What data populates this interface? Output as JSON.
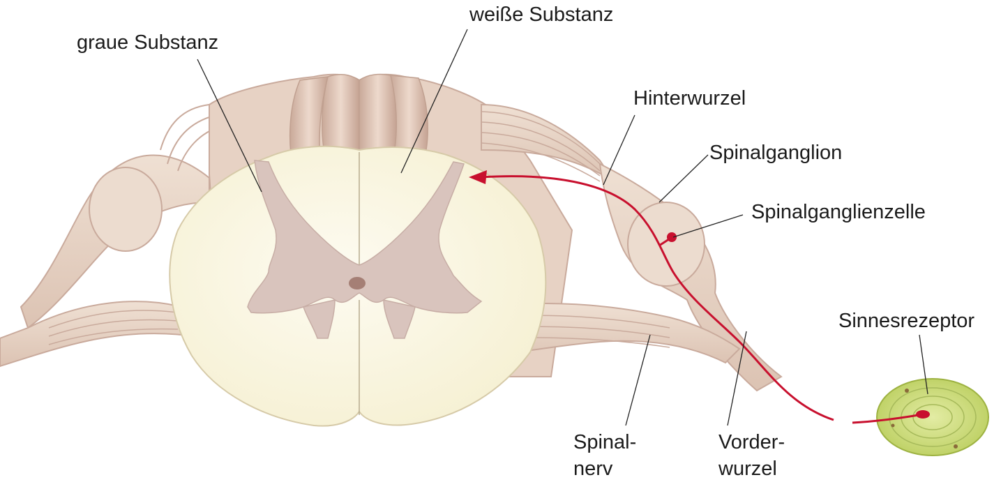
{
  "labels": {
    "gray_matter": "graue Substanz",
    "white_matter": "weiße Substanz",
    "dorsal_root": "Hinterwurzel",
    "spinal_ganglion": "Spinalganglion",
    "ganglion_cell": "Spinalganglienzelle",
    "receptor": "Sinnesrezeptor",
    "spinal_nerve_1": "Spinal-",
    "spinal_nerve_2": "nerv",
    "ventral_root_1": "Vorder-",
    "ventral_root_2": "wurzel"
  },
  "colors": {
    "white_matter": "#fbf7e6",
    "gray_matter": "#d8c2bc",
    "nerve_tissue": "#ecdcd0",
    "nerve_shadow": "#c9aa9c",
    "pathway": "#c8102e",
    "receptor": "#cfdf7e",
    "leader_line": "#222222"
  }
}
